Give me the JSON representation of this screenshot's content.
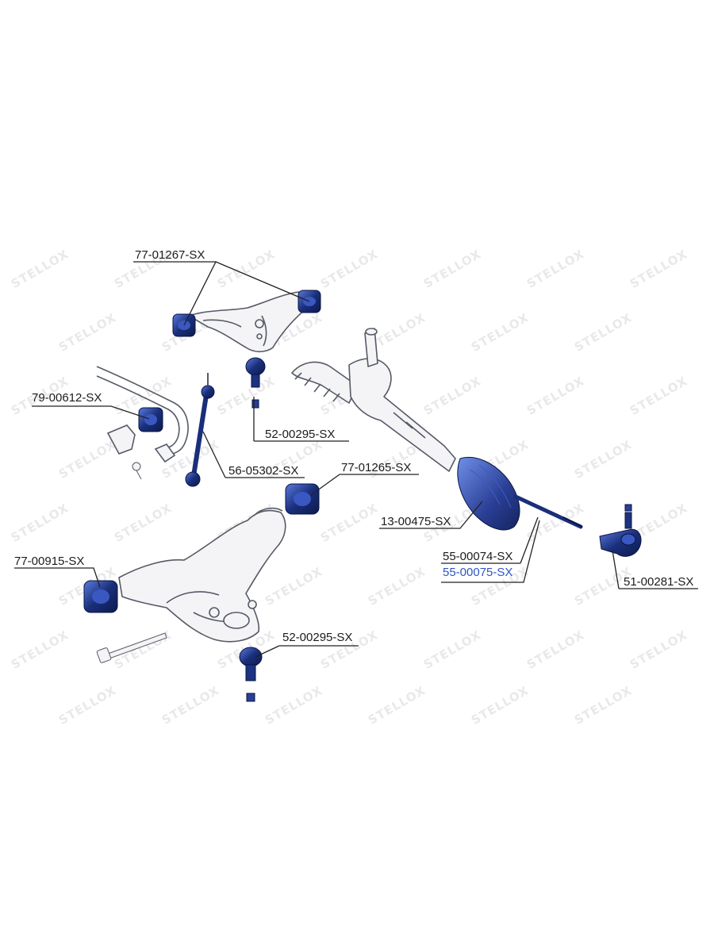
{
  "watermark": {
    "text": "STELLOX",
    "color": "#e9e9ec"
  },
  "colors": {
    "part_highlight": "#1a2f7a",
    "outline": "#555a66",
    "label_text": "#1b1b1b",
    "label_alt_text": "#2f55c4"
  },
  "parts": {
    "upper_arm_bushings": "77-01267-SX",
    "stabilizer_bushing": "79-00612-SX",
    "upper_ball_joint": "52-00295-SX",
    "stabilizer_link": "56-05302-SX",
    "lower_arm_rear_bushing": "77-01265-SX",
    "steering_rack": "13-00475-SX",
    "tie_rod_primary": "55-00074-SX",
    "tie_rod_alternate": "55-00075-SX",
    "lower_arm_front_bushing": "77-00915-SX",
    "lower_ball_joint": "52-00295-SX",
    "tie_rod_end": "51-00281-SX"
  }
}
